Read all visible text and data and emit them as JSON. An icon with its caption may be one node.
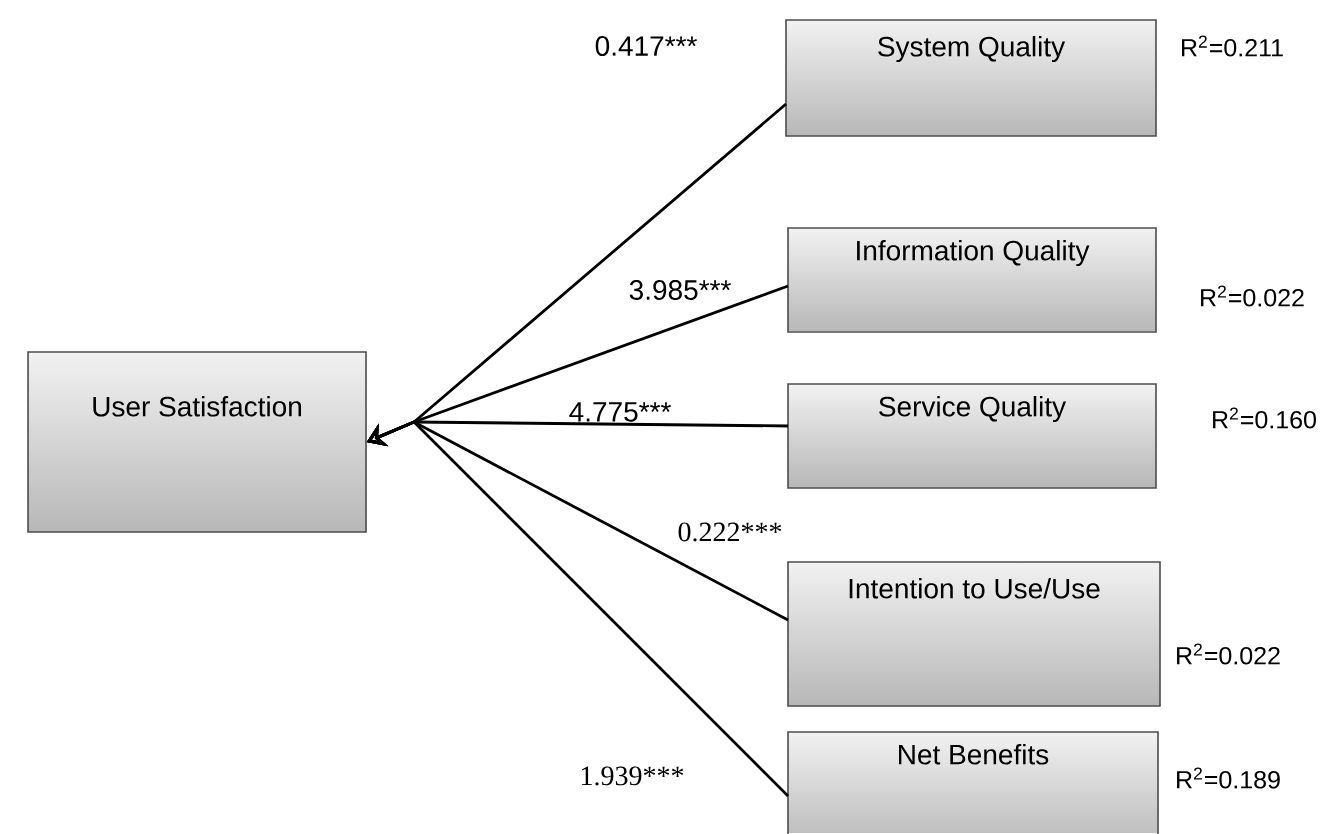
{
  "diagram": {
    "nodes": [
      {
        "text": [
          "User Satisfaction"
        ]
      },
      {
        "text": [
          "System Quality"
        ],
        "beside": [
          "R$^{2}$=0.211"
        ]
      },
      {
        "text": [
          "Information Quality"
        ],
        "beside": [
          "R$^{2}$=0.022"
        ]
      },
      {
        "text": [
          "Service Quality"
        ],
        "beside": [
          "R$^{2}$=0.160"
        ]
      },
      {
        "text": [
          "Intention to Use/Use"
        ],
        "beside": [
          "R$^{2}$=0.022"
        ]
      },
      {
        "text": [
          "Net Benefits"
        ],
        "beside": [
          "R$^{2}$=0.189"
        ]
      }
    ],
    "edges": [
      {
        "from": 1,
        "to": 0,
        "arrow": "to",
        "label": "0.417***"
      },
      {
        "from": 2,
        "to": 0,
        "arrow": "to",
        "label": "3.985***"
      },
      {
        "from": 3,
        "to": 0,
        "arrow": "to",
        "label": "4.775***"
      },
      {
        "from": 4,
        "to": 0,
        "arrow": "to",
        "label": "0.222***"
      },
      {
        "from": 5,
        "to": 0,
        "arrow": "to",
        "label": "1.939***"
      }
    ]
  }
}
